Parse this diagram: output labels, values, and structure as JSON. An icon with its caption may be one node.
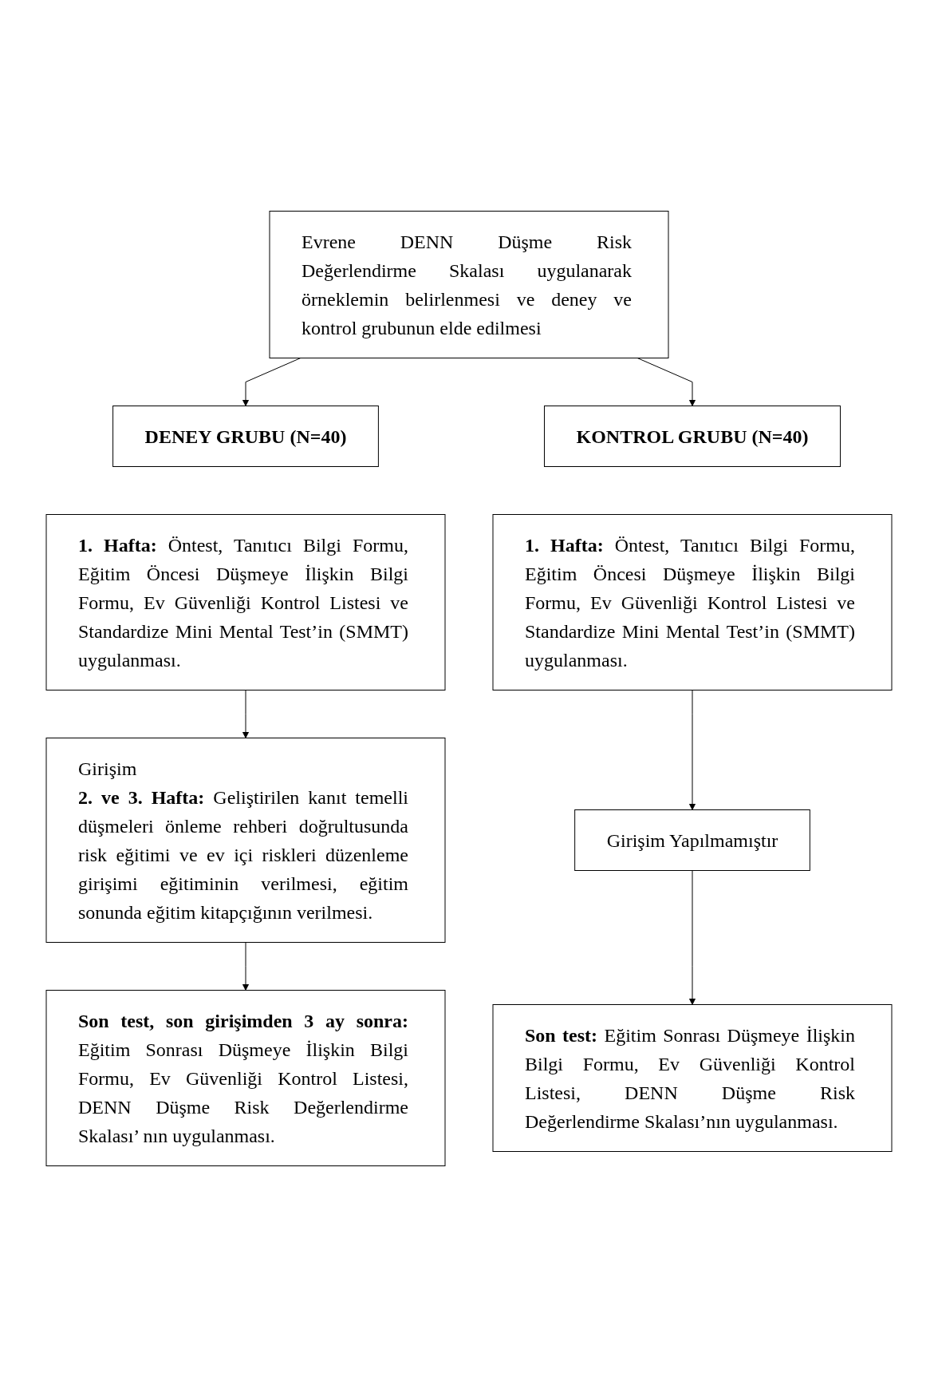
{
  "diagram": {
    "nodes": [
      {
        "text": [
          "Evrene DENN Düşme Risk Değerlendirme Skalası uygulanarak örneklemin belirlenmesi ve deney ve kontrol grubunun elde edilmesi"
        ]
      },
      {
        "text": [
          "DENEY GRUBU (N=40)"
        ]
      },
      {
        "text": [
          "KONTROL GRUBU (N=40)"
        ]
      },
      {
        "text": [
          "**1. Hafta:** Öntest, Tanıtıcı Bilgi Formu, Eğitim Öncesi Düşmeye İlişkin Bilgi Formu, Ev Güvenliği Kontrol Listesi ve Standardize Mini Mental Test’in (SMMT) uygulanması."
        ]
      },
      {
        "text": [
          "**1. Hafta:** Öntest, Tanıtıcı Bilgi Formu, Eğitim Öncesi Düşmeye İlişkin Bilgi Formu, Ev Güvenliği Kontrol Listesi ve Standardize Mini Mental Test’in (SMMT) uygulanması."
        ]
      },
      {
        "text": [
          "Girişim",
          "**2. ve 3. Hafta:** Geliştirilen kanıt temelli düşmeleri önleme rehberi doğrultusunda risk eğitimi ve ev içi riskleri düzenleme girişimi eğitiminin verilmesi, eğitim sonunda eğitim kitapçığının verilmesi."
        ]
      },
      {
        "text": [
          "Girişim Yapılmamıştır"
        ]
      },
      {
        "text": [
          "**Son test, son girişimden 3 ay sonra:** Eğitim Sonrası Düşmeye İlişkin Bilgi Formu, Ev Güvenliği Kontrol Listesi, DENN Düşme Risk Değerlendirme Skalası’ nın uygulanması."
        ]
      },
      {
        "text": [
          "**Son test:** Eğitim Sonrası Düşmeye İlişkin Bilgi Formu, Ev Güvenliği Kontrol Listesi, DENN Düşme Risk Değerlendirme Skalası’nın uygulanması."
        ]
      }
    ],
    "edges": [
      {
        "from": 0,
        "to": 1,
        "arrow": "to"
      },
      {
        "from": 0,
        "to": 2,
        "arrow": "to"
      },
      {
        "from": 3,
        "to": 5,
        "arrow": "to"
      },
      {
        "from": 4,
        "to": 6,
        "arrow": "to"
      },
      {
        "from": 5,
        "to": 7,
        "arrow": "to"
      },
      {
        "from": 6,
        "to": 8,
        "arrow": "to"
      }
    ]
  }
}
